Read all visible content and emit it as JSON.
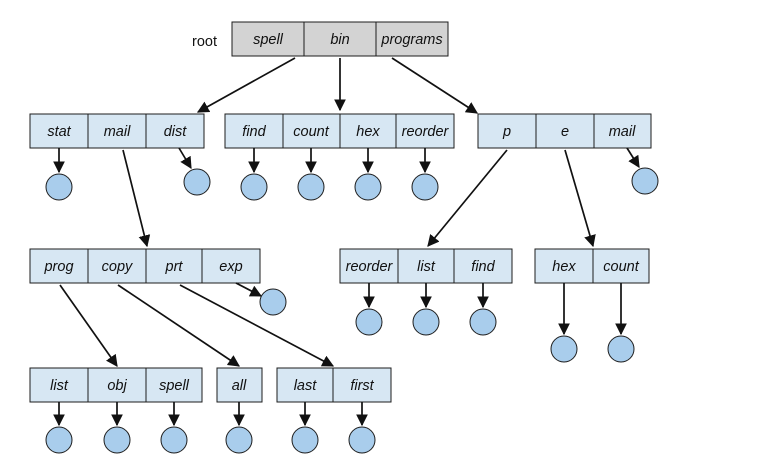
{
  "root_label": "root",
  "directories": {
    "root": [
      "spell",
      "bin",
      "programs"
    ],
    "spell": [
      "stat",
      "mail",
      "dist"
    ],
    "bin": [
      "find",
      "count",
      "hex",
      "reorder"
    ],
    "programs": [
      "p",
      "e",
      "mail"
    ],
    "mail": [
      "prog",
      "copy",
      "prt",
      "exp"
    ],
    "p": [
      "reorder",
      "list",
      "find"
    ],
    "e": [
      "hex",
      "count"
    ],
    "group_left": [
      "list",
      "obj",
      "spell"
    ],
    "group_all": [
      "all"
    ],
    "group_right": [
      "last",
      "first"
    ]
  },
  "colors": {
    "directory_cell": "#d7e7f3",
    "root_cell": "#d3d3d3",
    "file_node": "#a9cdec",
    "line": "#111111"
  }
}
